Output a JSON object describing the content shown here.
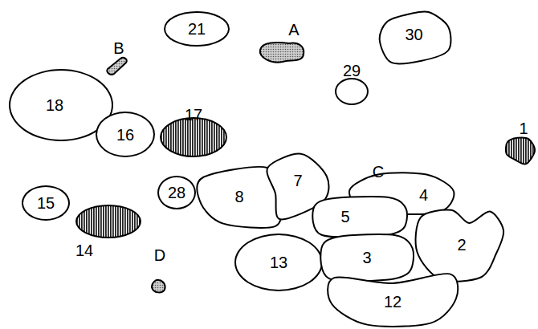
{
  "diagram": {
    "nodes": [
      {
        "text": [
          "21"
        ]
      },
      {
        "text": [
          "30"
        ]
      },
      {
        "text": [
          "29"
        ]
      },
      {
        "text": [
          "18"
        ]
      },
      {
        "text": [
          "16"
        ]
      },
      {
        "text": [
          "17"
        ]
      },
      {
        "text": [
          "1"
        ]
      },
      {
        "text": [
          "28"
        ]
      },
      {
        "text": [
          "8"
        ]
      },
      {
        "text": [
          "7"
        ]
      },
      {
        "text": [
          "4"
        ]
      },
      {
        "text": [
          "15"
        ]
      },
      {
        "text": [
          "5"
        ]
      },
      {
        "text": [
          "14"
        ]
      },
      {
        "text": [
          "2"
        ]
      },
      {
        "text": [
          "13"
        ]
      },
      {
        "text": [
          "3"
        ]
      },
      {
        "text": [
          "12"
        ]
      }
    ],
    "labels": [
      "A",
      "B",
      "C",
      "D"
    ]
  }
}
